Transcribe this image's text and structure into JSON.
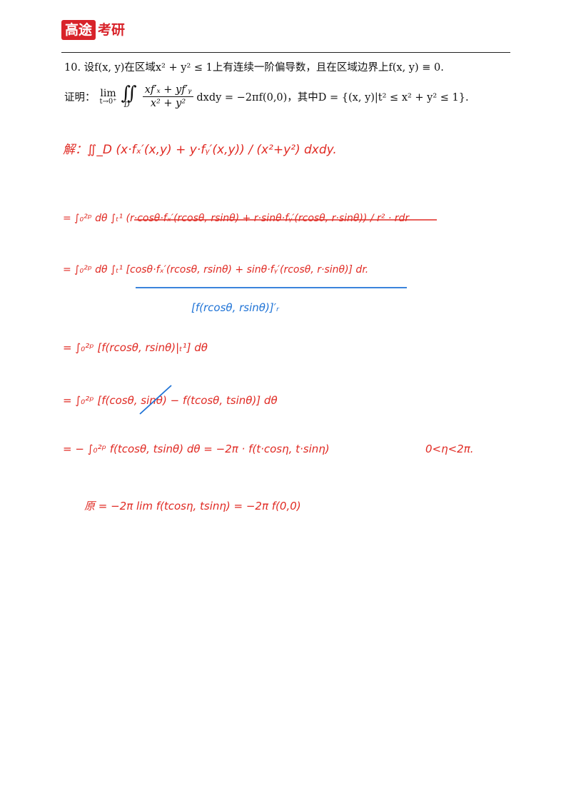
{
  "logo": {
    "box_text": "高途",
    "text": "考研"
  },
  "problem": {
    "statement": "10. 设f(x, y)在区域x² + y² ≤ 1上有连续一阶偏导数，且在区域边界上f(x, y) ≡ 0.",
    "proof_label": "证明：",
    "lim_top": "lim",
    "lim_sub": "t→0⁺",
    "iint": "∬",
    "iint_sub": "D",
    "frac_num": "xf′ₓ + yf′ᵧ",
    "frac_den": "x² + y²",
    "rest": "dxdy = −2πf(0,0)，其中D = {(x, y)|t² ≤ x² + y² ≤ 1}."
  },
  "handwriting": {
    "line1": "解：∬_D  (x·fₓ′(x,y) + y·fᵧ′(x,y)) / (x²+y²)  dxdy.",
    "line2": "= ∫₀²ᵖ dθ ∫ₜ¹  (r·cosθ·fₓ′(rcosθ, rsinθ) + r·sinθ·fᵧ′(rcosθ, r·sinθ)) / r²  · rdr",
    "line3": "= ∫₀²ᵖ dθ ∫ₜ¹ [cosθ·fₓ′(rcosθ, rsinθ) + sinθ·fᵧ′(rcosθ, r·sinθ)] dr.",
    "line3_blue": "[f(rcosθ, rsinθ)]′ᵣ",
    "line4": "= ∫₀²ᵖ  [f(rcosθ, rsinθ)|ₜ¹] dθ",
    "line5": "= ∫₀²ᵖ [f(cosθ, sinθ) − f(tcosθ, tsinθ)] dθ",
    "line6": "= − ∫₀²ᵖ f(tcosθ, tsinθ) dθ  = −2π · f(t·cosη, t·sinη)",
    "line6_cond": "0<η<2π.",
    "line7": "原 = −2π lim f(tcosη, tsinη) = −2π f(0,0)"
  },
  "colors": {
    "red_ink": "#e02a23",
    "blue_ink": "#1f73d6",
    "brand": "#d8232a"
  }
}
